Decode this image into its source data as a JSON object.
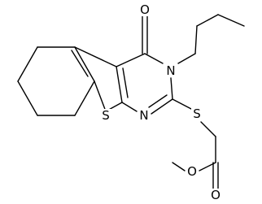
{
  "molecule": {
    "atoms": {
      "carbonyl_oxygen": "O",
      "ring_nitrogen_n3": "N",
      "ring_nitrogen_n1": "N",
      "thiophene_sulfur": "S",
      "thioether_sulfur": "S",
      "ester_carbonyl_oxygen": "O",
      "ester_ether_oxygen": "O"
    }
  },
  "colors": {
    "bond": "#000000",
    "label": "#000000",
    "background": "#ffffff"
  }
}
